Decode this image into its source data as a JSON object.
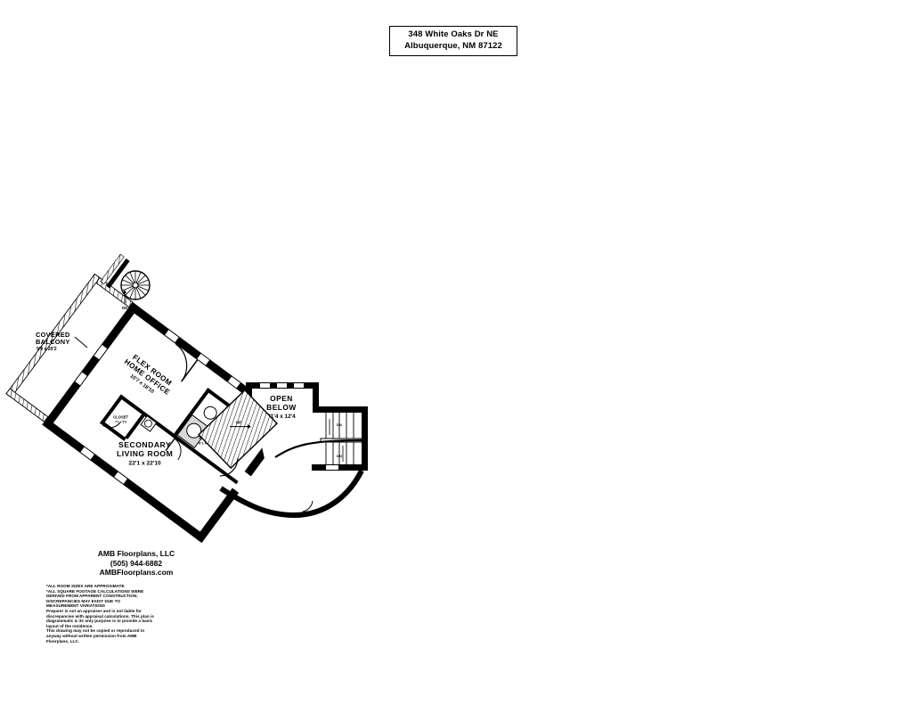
{
  "title_block": {
    "address_line1": "348 White Oaks Dr NE",
    "address_line2": "Albuquerque, NM 87122"
  },
  "plan": {
    "rooms": [
      {
        "id": "covered-balcony",
        "name": "COVERED",
        "name2": "BALCONY",
        "dimensions": "9'9 x 20'2"
      },
      {
        "id": "flex-room",
        "name": "FLEX ROOM",
        "name2": "HOME OFFICE",
        "dimensions": "10'7 x 18'10"
      },
      {
        "id": "bath",
        "name": "BATH",
        "dimensions": "6'1 x 8'3"
      },
      {
        "id": "closet",
        "name": "CLOSET",
        "dimensions": "7'1 x 5'3"
      },
      {
        "id": "secondary-living-room",
        "name": "SECONDARY",
        "name2": "LIVING ROOM",
        "dimensions": "22'1 x 22'10"
      },
      {
        "id": "open-below",
        "name": "OPEN",
        "name2": "BELOW",
        "dimensions": "21'4 x 12'4"
      }
    ],
    "stair_labels": {
      "spiral_down": "DN",
      "stair_up": "UP",
      "right_down_1": "DN",
      "right_down_2": "DN"
    }
  },
  "credits": {
    "company": "AMB Floorplans, LLC",
    "phone": "(505) 944-6882",
    "website": "AMBFloorplans.com"
  },
  "disclaimer": {
    "line1": "*ALL ROOM SIZES ARE APPROXIMATE",
    "line2": "*ALL SQUARE FOOTAGE CALCULATIONS WERE",
    "line3": "DERIVED FROM APPARENT CONSTRUCTION;",
    "line4": "DISCREPANCIES MAY EXIST DUE TO",
    "line5": "MEASUREMENT VARIATIONS",
    "line6": "Preparer is not an appraiser and is not liable for",
    "line7": "discrepancies with appraisal calculations.  This plan is",
    "line8": "diagrammatic & its only purpose  is to provide a basic",
    "line9": "layout of the residence.",
    "line10": "This drawing may not be copied or reproduced in",
    "line11": "anyway without written permission from AMB",
    "line12": "Floorplans, LLC."
  },
  "colors": {
    "wall": "#000000",
    "paper": "#ffffff",
    "fixture_fill": "#d8d8d8",
    "thin_line": "#000000"
  }
}
